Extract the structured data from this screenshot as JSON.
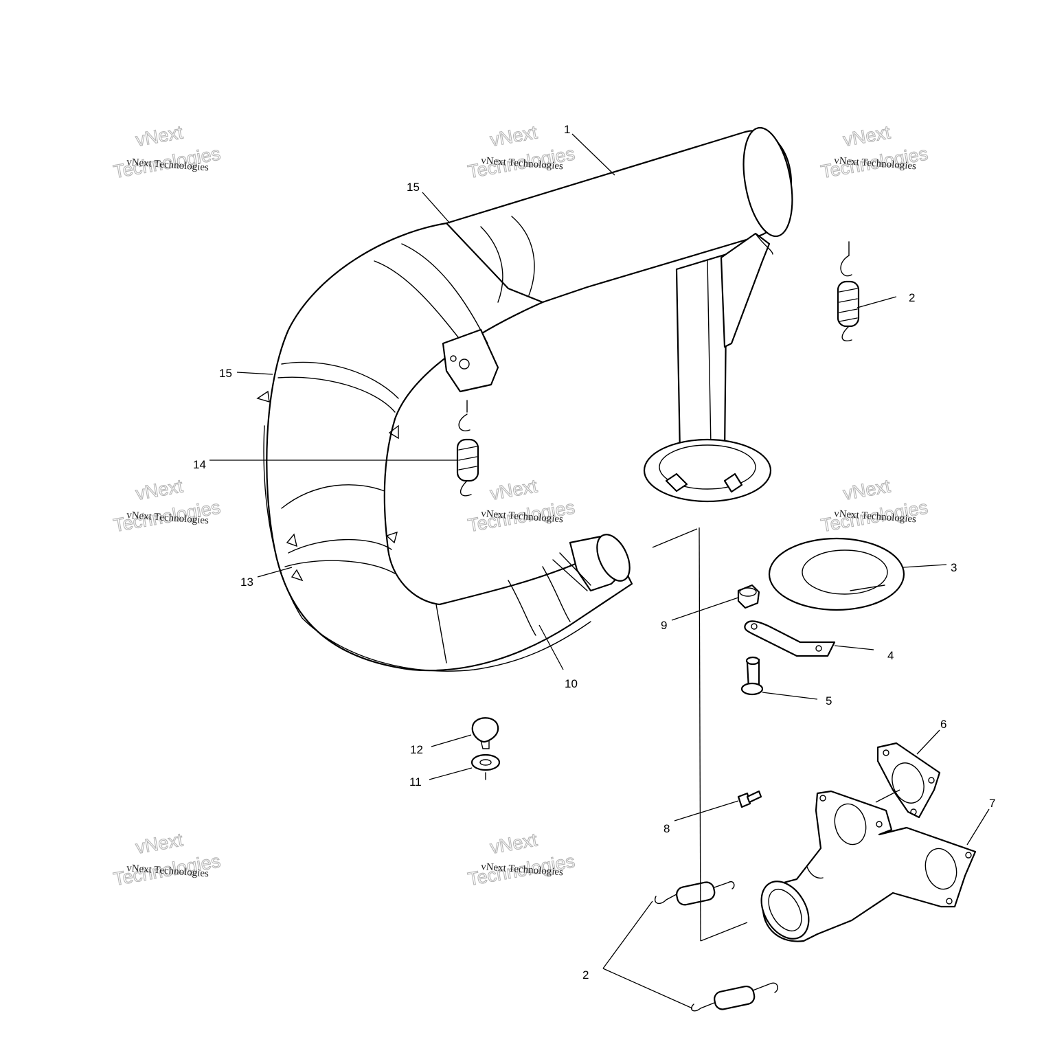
{
  "watermark": {
    "small": "vNext Technologies",
    "large_top": "vNext",
    "large_bottom": "Technologies"
  },
  "callouts": {
    "c1": "1",
    "c2a": "2",
    "c2b": "2",
    "c3": "3",
    "c4": "4",
    "c5": "5",
    "c6": "6",
    "c7": "7",
    "c8": "8",
    "c9": "9",
    "c10": "10",
    "c11": "11",
    "c12": "12",
    "c13": "13",
    "c14": "14",
    "c15a": "15",
    "c15b": "15"
  }
}
